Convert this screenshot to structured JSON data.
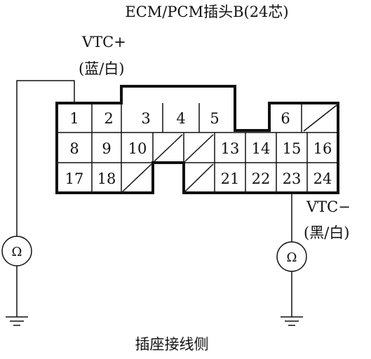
{
  "title": "ECM/PCM插头B(24芯)",
  "caption": "插座接线侧",
  "wire_left": {
    "name": "VTC+",
    "color": "(蓝/白)"
  },
  "wire_right": {
    "name": "VTC−",
    "color": "(黑/白)"
  },
  "meter_symbol": "Ω",
  "pins": {
    "p1": "1",
    "p2": "2",
    "p3": "3",
    "p4": "4",
    "p5": "5",
    "p6": "6",
    "p8": "8",
    "p9": "9",
    "p10": "10",
    "p13": "13",
    "p14": "14",
    "p15": "15",
    "p16": "16",
    "p17": "17",
    "p18": "18",
    "p21": "21",
    "p22": "22",
    "p23": "23",
    "p24": "24"
  },
  "colors": {
    "line": "#111111",
    "background": "#ffffff"
  }
}
